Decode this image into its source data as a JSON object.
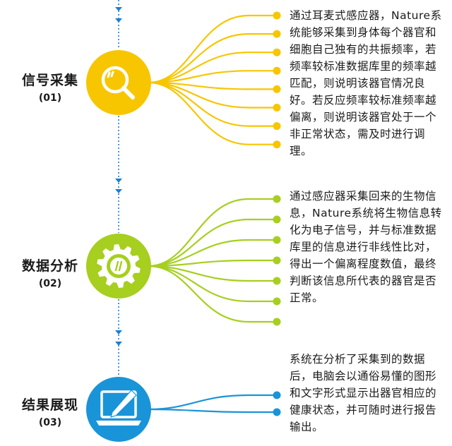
{
  "steps": [
    {
      "title": "信号采集",
      "number": "(01)",
      "description": "通过耳麦式感应器，Nature系统能够采集到身体每个器官和细胞自己独有的共振频率，若频率较标准数据库里的频率越匹配，则说明该器官情况良好。若反应频率较标准频率越偏离，则说明该器官处于一个非正常状态，需及时进行调理。",
      "icon": "magnifier-icon",
      "color": "#f7c600",
      "branch_count": 8
    },
    {
      "title": "数据分析",
      "number": "(02)",
      "description": "通过感应器采集回来的生物信息，Nature系统将生物信息转化为电子信号，并与标准数据库里的信息进行非线性比对，得出一个偏离程度数值，最终判断该信息所代表的器官是否正常。",
      "icon": "gear-icon",
      "color": "#a6cf1f",
      "branch_count": 7
    },
    {
      "title": "结果展现",
      "number": "(03)",
      "description": "系统在分析了采集到的数据后，电脑会以通俗易懂的图形和文字形式显示出器官相应的健康状态，并可随时进行报告输出。",
      "icon": "laptop-pen-icon",
      "color": "#1a94d8",
      "branch_count": 2
    }
  ],
  "connector_color": "#1a7fd4"
}
